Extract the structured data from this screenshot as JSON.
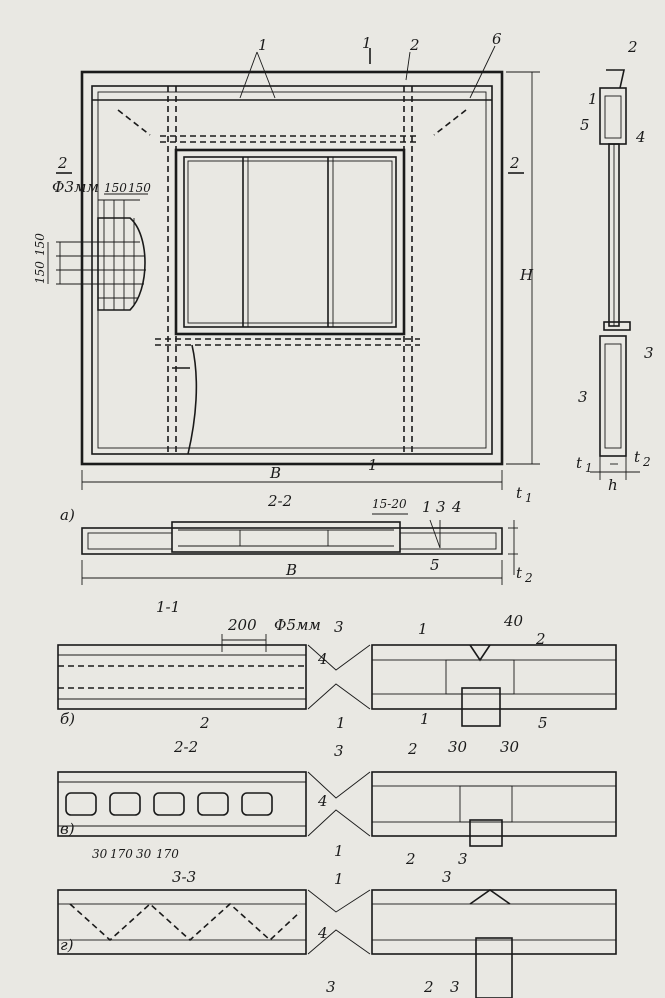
{
  "labels": {
    "n1": "1",
    "n2": "2",
    "n3": "3",
    "n4": "4",
    "n5": "5",
    "n6": "6",
    "sec11": "1-1",
    "sec22": "2-2",
    "sec33": "3-3",
    "phi3": "Ф3мм",
    "phi5": "Ф5мм",
    "d150": "150",
    "d200": "200",
    "d40": "40",
    "d30": "30",
    "d170": "170",
    "d1520": "15-20",
    "B": "B",
    "H": "H",
    "h": "h",
    "t1": "t",
    "t1sub": "1",
    "t2": "t",
    "t2sub": "2",
    "a": "а)",
    "b": "б)",
    "v": "в)",
    "g": "г)"
  }
}
